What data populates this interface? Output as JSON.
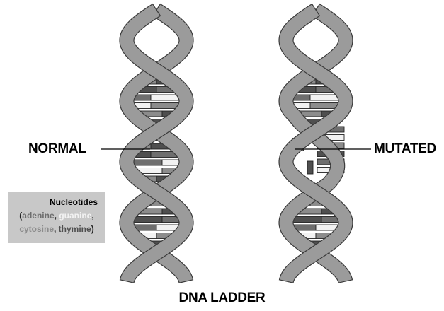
{
  "labels": {
    "normal": "NORMAL",
    "mutated": "MUTATED",
    "title": "DNA LADDER"
  },
  "legend": {
    "heading": "Nucleotides",
    "open": "(",
    "adenine": "adenine",
    "comma1": ", ",
    "guanine": "guanine",
    "comma2": ",",
    "cytosine": "cytosine",
    "comma3": ", ",
    "thymine": "thymine",
    "close": ")"
  },
  "colors": {
    "strand": "#9b9b9b",
    "strand_outline": "#3a3a3a",
    "adenine": "#6e6e6e",
    "guanine": "#f2f2f2",
    "cytosine": "#8c8c8c",
    "thymine": "#4f4f4f",
    "legend_bg": "#c8c8c8"
  }
}
